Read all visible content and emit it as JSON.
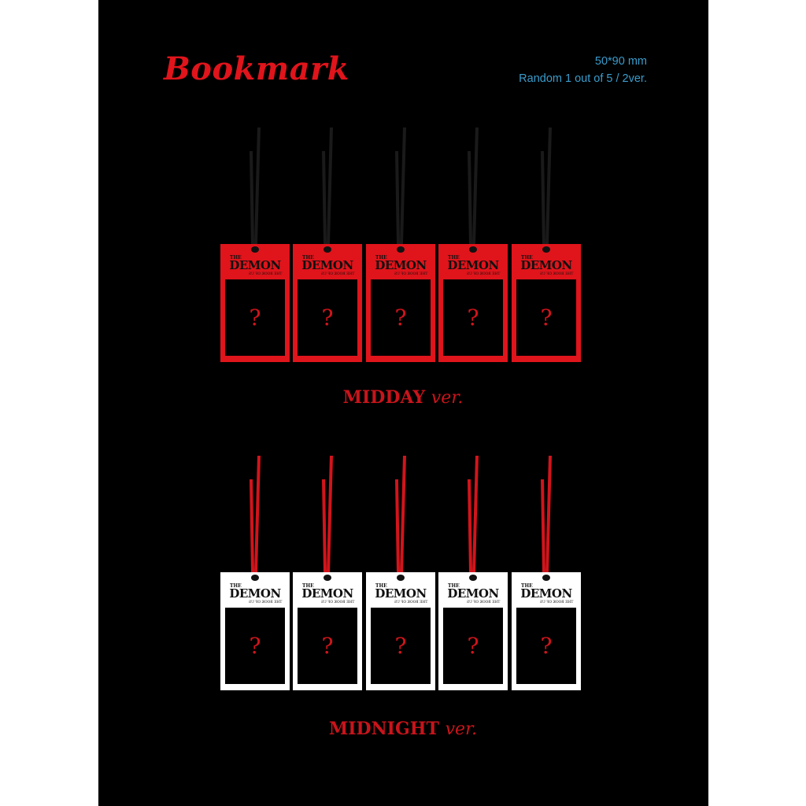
{
  "title": "Bookmark",
  "spec": {
    "size": "50*90 mm",
    "random": "Random 1 out of 5 / 2ver."
  },
  "card_text": {
    "the": "THE",
    "name": "DEMON",
    "sub": "THE BOOK OF US",
    "placeholder": "?"
  },
  "versions": [
    {
      "name": "MIDDAY",
      "suffix": "ver.",
      "card_color": "#e0141b",
      "ribbon_color": "#1a1a1a",
      "count": 5
    },
    {
      "name": "MIDNIGHT",
      "suffix": "ver.",
      "card_color": "#ffffff",
      "ribbon_color": "#d2141b",
      "count": 5
    }
  ]
}
